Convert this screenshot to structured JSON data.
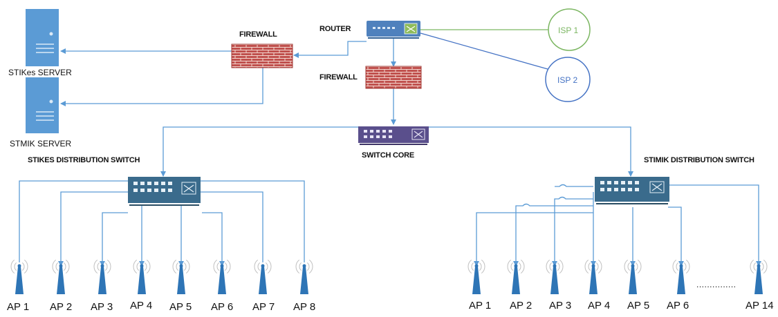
{
  "servers": {
    "stikes": "STIKes SERVER",
    "stmik": "STMIK  SERVER"
  },
  "firewall_left": "FIREWALL",
  "firewall_center": "FIREWALL",
  "router": "ROUTER",
  "isp": [
    "ISP 1",
    "ISP 2"
  ],
  "switch_core": "SWITCH CORE",
  "stikes_switch": "STIKES DISTRIBUTION SWITCH",
  "stimik_switch": "STIMIK DISTRIBUTION SWITCH",
  "left_aps": [
    "AP 1",
    "AP 2",
    "AP 3",
    "AP 4",
    "AP 5",
    "AP 6",
    "AP 7",
    "AP 8"
  ],
  "right_aps": [
    "AP 1",
    "AP 2",
    "AP 3",
    "AP 4",
    "AP 5",
    "AP 6",
    "AP 14"
  ],
  "ellipsis": "...............",
  "colors": {
    "line": "#5b9bd5",
    "server": "#5b9bd5",
    "firewall": "#c0504d",
    "router": "#4f81bd",
    "switch_core": "#5a4f8c",
    "dist_switch": "#3a6b8c",
    "isp1": "#7bb661",
    "isp2": "#4472c4",
    "antenna": "#2e75b6"
  }
}
